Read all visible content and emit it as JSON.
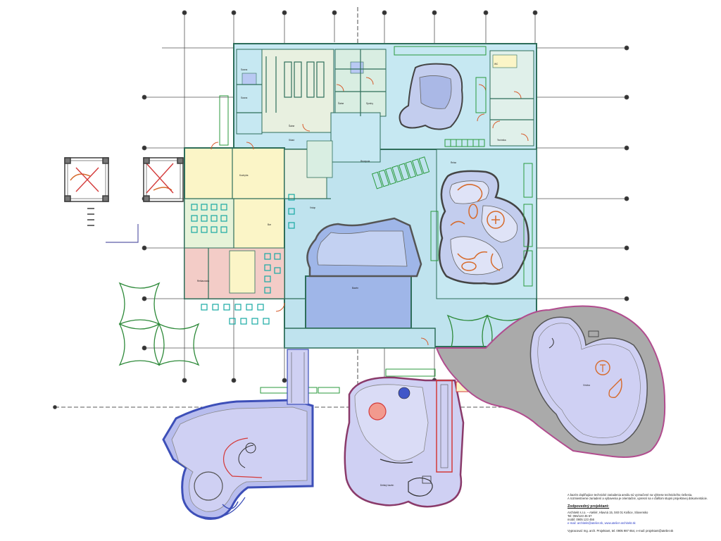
{
  "drawing": {
    "grid_color": "#3a3a3a",
    "wall_color": "#2e6e5a",
    "colors": {
      "corridor": "#bfe3ee",
      "wellness": "#c6e8f2",
      "restaurant": "#fbf5c7",
      "kitchen": "#f3ccc7",
      "changing": "#d9eee2",
      "pool_indoor": "#9fb6e8",
      "pool_outdoor": "#cfd0f3",
      "slide": "#d66a2b",
      "umbrella": "#2e8a3a",
      "outline_blue": "#3d4fb8",
      "outline_magenta": "#b14c8e"
    },
    "room_labels": [
      "Sauna",
      "Sauna",
      "Šatne",
      "Šatne",
      "Sprchy",
      "WC",
      "Recepcia",
      "Vstup",
      "Sklad",
      "Kuchyňa",
      "Bar",
      "Reštaurácia",
      "Bazén",
      "Relax",
      "Technika",
      "Detský bazén",
      "Vírivka"
    ]
  },
  "notes": {
    "line1": "A bazén dopĺňajúce technické zariadenia areálu sú vyznačené na výkrese technického riešenia.",
    "line2": "A rozmiestnenie zariadení a vybavenia je orientačné, upresní sa v ďalšom stupni projektovej dokumentácie.",
    "heading": "Zodpovedný projektant:",
    "line3": "Architekt s.r.o. – Ateliér, Hlavná 15, 040 01 Košice, Slovensko",
    "line4": "Tel: 055/123 45 67",
    "line5": "mobil: 0905 123 456",
    "line6": "e-mail: architekt@atelier.sk, www.atelier-architekt.sk",
    "line7": "Vypracoval: Ing. arch. Projektant, tel. 0905 987 654, e-mail: projektant@atelier.sk"
  }
}
